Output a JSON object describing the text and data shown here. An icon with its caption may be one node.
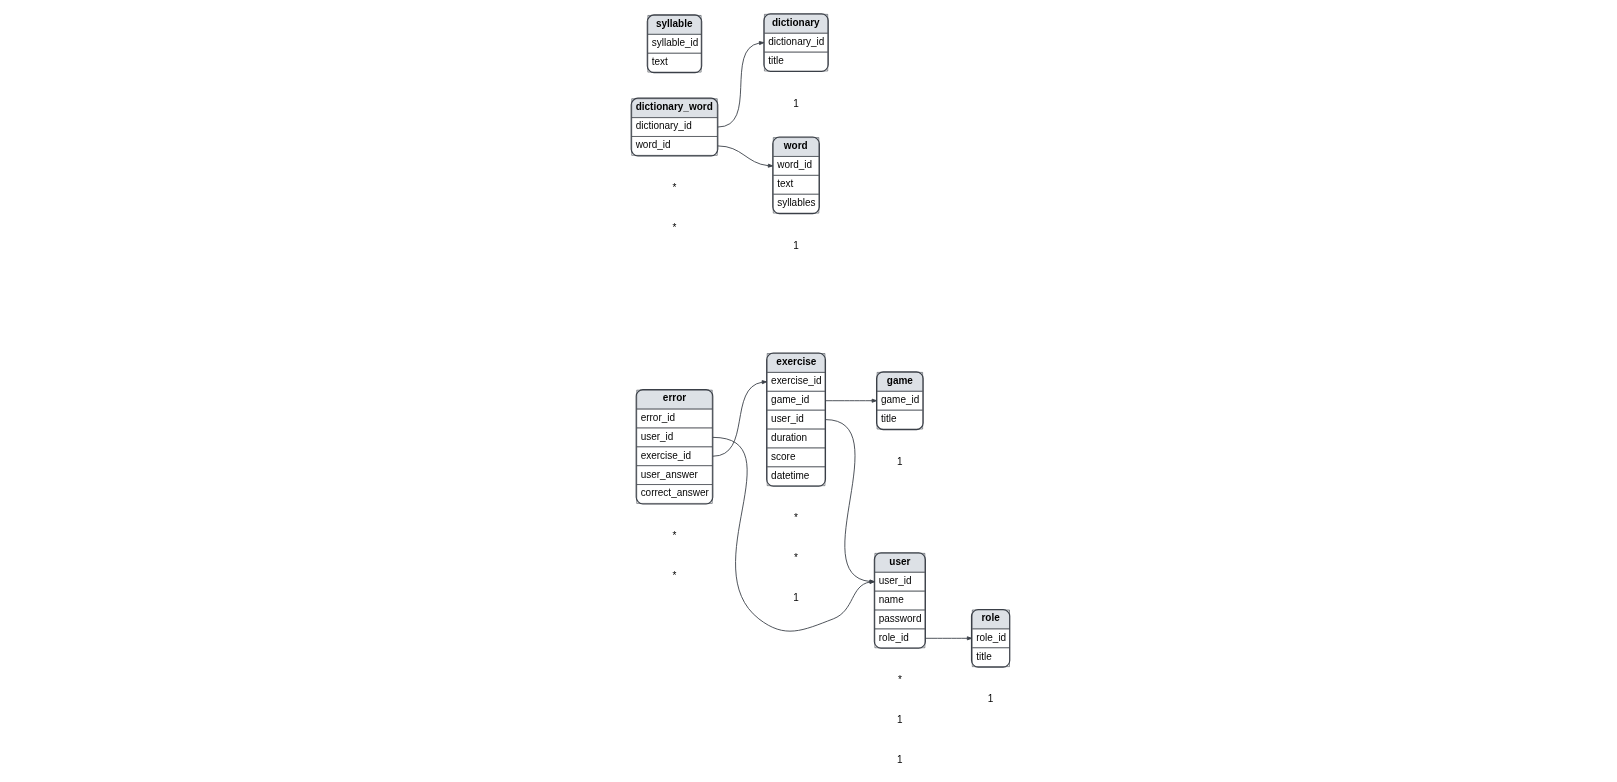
{
  "diagram": {
    "nodes": [
      {
        "text": [
          "error",
          "error_id",
          "user_id",
          "exercise_id",
          "user_answer",
          "correct_answer"
        ]
      },
      {
        "text": [
          "game",
          "game_id",
          "title"
        ]
      },
      {
        "text": [
          "dictionary",
          "dictionary_id",
          "title"
        ]
      },
      {
        "text": [
          "exercise",
          "exercise_id",
          "game_id",
          "user_id",
          "duration",
          "score",
          "datetime"
        ]
      },
      {
        "text": [
          "word",
          "word_id",
          "text",
          "syllables"
        ]
      },
      {
        "text": [
          "dictionary_word",
          "dictionary_id",
          "word_id"
        ]
      },
      {
        "text": [
          "user",
          "user_id",
          "name",
          "password",
          "role_id"
        ]
      },
      {
        "text": [
          "role",
          "role_id",
          "title"
        ]
      },
      {
        "text": [
          "syllable",
          "syllable_id",
          "text"
        ]
      }
    ],
    "edges": [
      {
        "from": 0,
        "to": 6,
        "arrow": "to"
      },
      {
        "from": 0,
        "to": 3,
        "arrow": "to"
      },
      {
        "from": 3,
        "to": 1,
        "arrow": "to"
      },
      {
        "from": 3,
        "to": 6,
        "arrow": "to"
      },
      {
        "from": 6,
        "to": 7,
        "arrow": "to"
      },
      {
        "from": 5,
        "to": 2,
        "arrow": "to"
      },
      {
        "from": 5,
        "to": 4,
        "arrow": "to"
      }
    ],
    "labels": [
      "1",
      "1",
      "*",
      "*",
      "1",
      "*",
      "*",
      "1",
      "*",
      "*",
      "1",
      "1",
      "1",
      "*"
    ]
  }
}
